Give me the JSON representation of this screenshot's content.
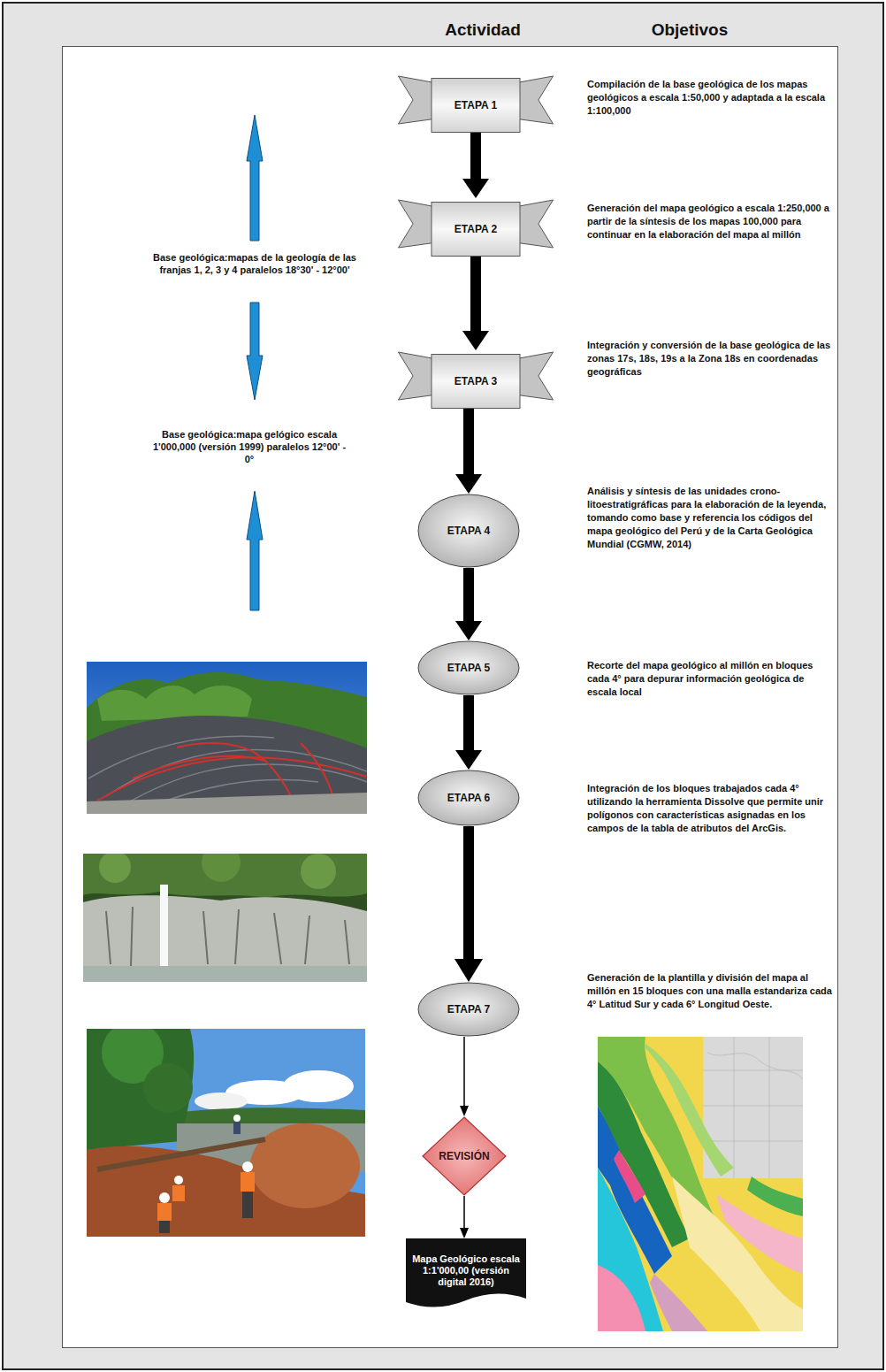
{
  "diagram": {
    "nodes": [
      {
        "text": [
          "ETAPA 1"
        ]
      },
      {
        "text": [
          "ETAPA 2"
        ]
      },
      {
        "text": [
          "ETAPA 3"
        ]
      },
      {
        "text": [
          "ETAPA 4"
        ]
      },
      {
        "text": [
          "ETAPA 5"
        ]
      },
      {
        "text": [
          "ETAPA 6"
        ]
      },
      {
        "text": [
          "ETAPA 7"
        ]
      },
      {
        "text": [
          "REVISIÓN"
        ]
      },
      {
        "text": [
          "Mapa Geológico escala 1:1'000,00 (versión digital 2016)"
        ]
      }
    ],
    "edges": [
      {
        "from": 0,
        "to": 1,
        "arrow": "to"
      },
      {
        "from": 1,
        "to": 2,
        "arrow": "to"
      },
      {
        "from": 2,
        "to": 3,
        "arrow": "to"
      },
      {
        "from": 3,
        "to": 4,
        "arrow": "to"
      },
      {
        "from": 4,
        "to": 5,
        "arrow": "to"
      },
      {
        "from": 5,
        "to": 6,
        "arrow": "to"
      },
      {
        "from": 6,
        "to": 7,
        "arrow": "to"
      },
      {
        "from": 7,
        "to": 8,
        "arrow": "to"
      }
    ],
    "labels": [
      "Actividad",
      "Objetivos",
      "Compilación de la base geológica de los mapas geológicos a escala 1:50,000 y adaptada a la escala 1:100,000",
      "Base geológica:mapas de la geología de las franjas 1, 2, 3 y 4 paralelos 18°30' - 12°00'",
      "Generación del mapa geológico a escala 1:250,000 a partir de la síntesis de los mapas 100,000 para continuar en la elaboración del mapa al millón",
      "Integración y conversión de la base geológica de las zonas 17s, 18s, 19s a la Zona 18s en coordenadas geográficas",
      "Base geológica:mapa gelógico escala 1'000,000 (versión 1999) paralelos 12°00' - 0°",
      "Análisis y síntesis de las unidades crono-litoestratigráficas para la elaboración de la leyenda, tomando como base y referencia los códigos del mapa geológico del Perú y de la Carta Geológica Mundial (CGMW, 2014)",
      "Recorte del mapa geológico al millón en bloques cada 4° para depurar información geológica de escala local",
      "Integración de los bloques trabajados cada 4° utilizando la herramienta Dissolve que permite unir polígonos con características asignadas en los campos de la tabla de atributos del ArcGis.",
      "Generación de la plantilla y división del mapa al millón en 15 bloques con una malla estandariza cada 4° Latitud Sur y cada 6° Longitud Oeste."
    ]
  }
}
